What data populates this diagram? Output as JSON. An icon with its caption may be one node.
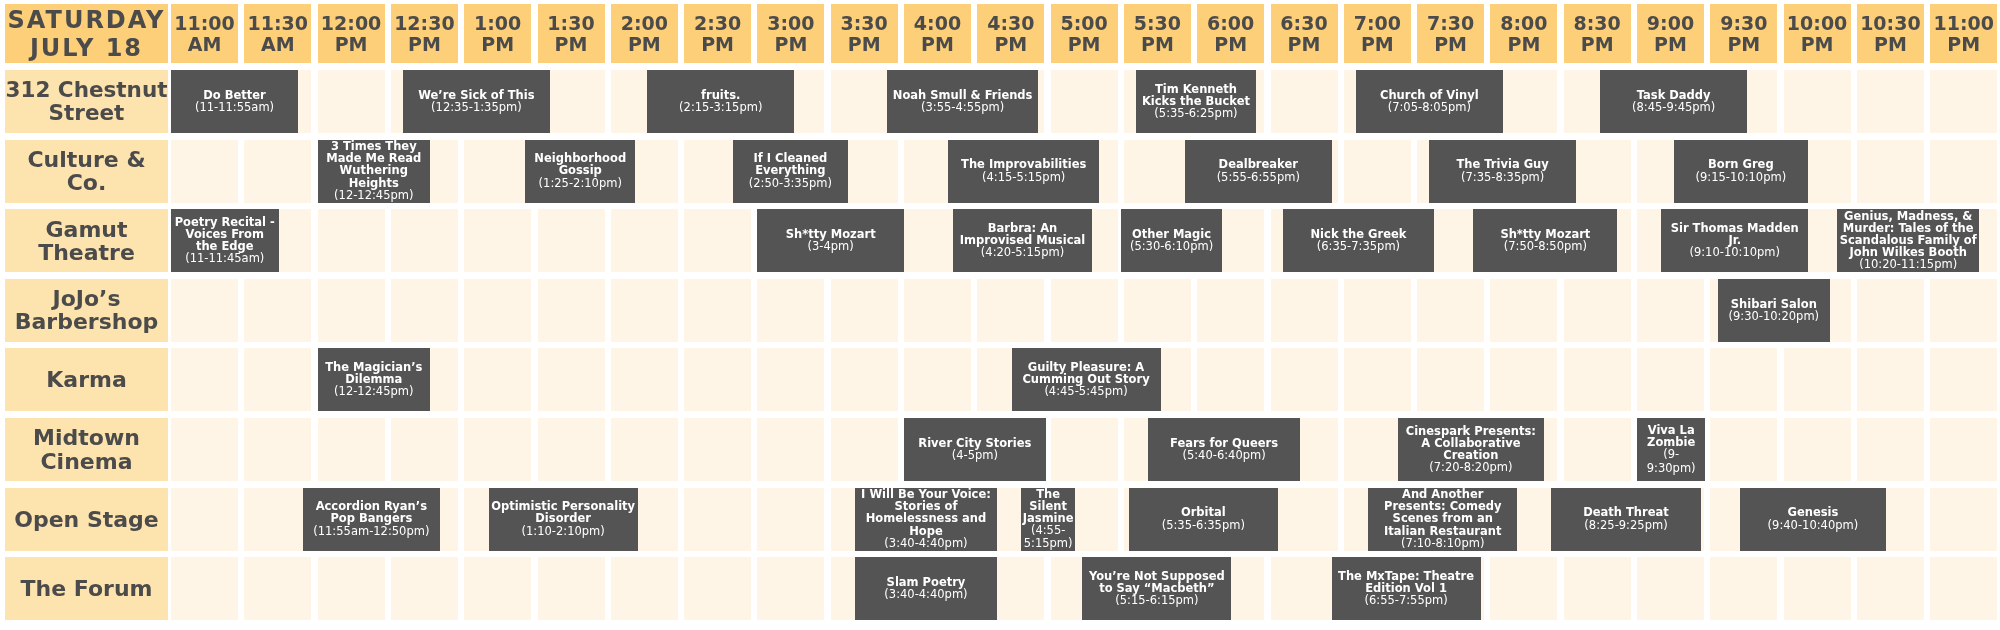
{
  "diagram": {
    "nodes": [
      {
        "text": [
          "Do Better",
          "(11-11:55am)"
        ]
      },
      {
        "text": [
          "We’re Sick of This",
          "(12:35-1:35pm)"
        ]
      },
      {
        "text": [
          "fruits.",
          "(2:15-3:15pm)"
        ]
      },
      {
        "text": [
          "Noah Smull & Friends",
          "(3:55-4:55pm)"
        ]
      },
      {
        "text": [
          "Tim Kenneth Kicks the Bucket",
          "(5:35-6:25pm)"
        ]
      },
      {
        "text": [
          "Church of Vinyl",
          "(7:05-8:05pm)"
        ]
      },
      {
        "text": [
          "Task Daddy",
          "(8:45-9:45pm)"
        ]
      },
      {
        "text": [
          "3 Times They Made Me Read Wuthering Heights",
          "(12-12:45pm)"
        ]
      },
      {
        "text": [
          "Neighborhood Gossip",
          "(1:25-2:10pm)"
        ]
      },
      {
        "text": [
          "If I Cleaned Everything",
          "(2:50-3:35pm)"
        ]
      },
      {
        "text": [
          "The Improvabilities",
          "(4:15-5:15pm)"
        ]
      },
      {
        "text": [
          "Dealbreaker",
          "(5:55-6:55pm)"
        ]
      },
      {
        "text": [
          "The Trivia Guy",
          "(7:35-8:35pm)"
        ]
      },
      {
        "text": [
          "Born Greg",
          "(9:15-10:10pm)"
        ]
      },
      {
        "text": [
          "Poetry Recital - Voices From the Edge",
          "(11-11:45am)"
        ]
      },
      {
        "text": [
          "Sh*tty Mozart",
          "(3-4pm)"
        ]
      },
      {
        "text": [
          "Barbra: An Improvised Musical",
          "(4:20-5:15pm)"
        ]
      },
      {
        "text": [
          "Other Magic",
          "(5:30-6:10pm)"
        ]
      },
      {
        "text": [
          "Nick the Greek",
          "(6:35-7:35pm)"
        ]
      },
      {
        "text": [
          "Sh*tty Mozart",
          "(7:50-8:50pm)"
        ]
      },
      {
        "text": [
          "Sir Thomas Madden Jr.",
          "(9:10-10:10pm)"
        ]
      },
      {
        "text": [
          "Genius, Madness, & Murder: Tales of the Scandalous Family of John Wilkes Booth",
          "(10:20-11:15pm)"
        ]
      },
      {
        "text": [
          "Shibari Salon",
          "(9:30-10:20pm)"
        ]
      },
      {
        "text": [
          "The Magician’s Dilemma",
          "(12-12:45pm)"
        ]
      },
      {
        "text": [
          "Guilty Pleasure: A Cumming Out Story",
          "(4:45-5:45pm)"
        ]
      },
      {
        "text": [
          "River City Stories",
          "(4-5pm)"
        ]
      },
      {
        "text": [
          "Fears for Queers",
          "(5:40-6:40pm)"
        ]
      },
      {
        "text": [
          "Cinespark Presents: A Collaborative Creation",
          "(7:20-8:20pm)"
        ]
      },
      {
        "text": [
          "Viva La Zombie",
          "(9-9:30pm)"
        ]
      },
      {
        "text": [
          "Accordion Ryan’s Pop Bangers",
          "(11:55am-12:50pm)"
        ]
      },
      {
        "text": [
          "Optimistic Personality Disorder",
          "(1:10-2:10pm)"
        ]
      },
      {
        "text": [
          "I Will Be Your Voice: Stories of Homelessness and Hope",
          "(3:40-4:40pm)"
        ]
      },
      {
        "text": [
          "The Silent Jasmine",
          "(4:55-5:15pm)"
        ]
      },
      {
        "text": [
          "Orbital",
          "(5:35-6:35pm)"
        ]
      },
      {
        "text": [
          "And Another Presents: Comedy Scenes from an Italian Restaurant",
          "(7:10-8:10pm)"
        ]
      },
      {
        "text": [
          "Death Threat",
          "(8:25-9:25pm)"
        ]
      },
      {
        "text": [
          "Genesis",
          "(9:40-10:40pm)"
        ]
      },
      {
        "text": [
          "Slam Poetry",
          "(3:40-4:40pm)"
        ]
      },
      {
        "text": [
          "You’re Not Supposed to Say “Macbeth”",
          "(5:15-6:15pm)"
        ]
      },
      {
        "text": [
          "The MxTape: Theatre Edition Vol 1",
          "(6:55-7:55pm)"
        ]
      }
    ],
    "labels": [
      "SATURDAY JULY 18",
      "11:00 AM",
      "11:30 AM",
      "12:00 PM",
      "12:30 PM",
      "1:00 PM",
      "1:30 PM",
      "2:00 PM",
      "2:30 PM",
      "3:00 PM",
      "3:30 PM",
      "4:00 PM",
      "4:30 PM",
      "5:00 PM",
      "5:30 PM",
      "6:00 PM",
      "6:30 PM",
      "7:00 PM",
      "7:30 PM",
      "8:00 PM",
      "8:30 PM",
      "9:00 PM",
      "9:30 PM",
      "10:00 PM",
      "10:30 PM",
      "11:00 PM",
      "312 Chestnut Street",
      "Culture & Co.",
      "Gamut Theatre",
      "JoJo’s Barbershop",
      "Karma",
      "Midtown Cinema",
      "Open Stage",
      "The Forum"
    ]
  }
}
